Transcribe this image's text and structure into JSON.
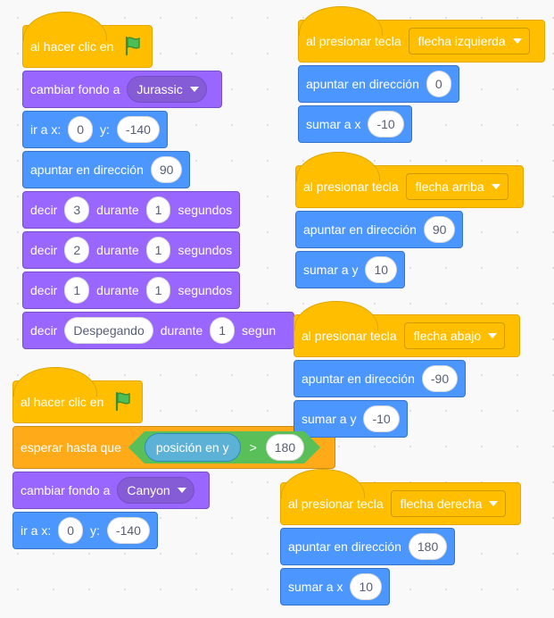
{
  "colors": {
    "events": "#ffbf00",
    "looks": "#9966ff",
    "motion": "#4c97ff",
    "control": "#ffab19",
    "sensing": "#5cb1d6",
    "operators": "#59c059"
  },
  "icons": {
    "flag": "green-flag-icon",
    "dropdown": "caret-down-icon"
  },
  "script1": {
    "hat": "al hacer clic en",
    "backdrop": {
      "label": "cambiar fondo a",
      "value": "Jurassic"
    },
    "goto": {
      "label": "ir a x:",
      "x": "0",
      "ylabel": "y:",
      "y": "-140"
    },
    "point": {
      "label": "apuntar en dirección",
      "value": "90"
    },
    "say1": {
      "label": "decir",
      "msg": "3",
      "during": "durante",
      "secs": "1",
      "unit": "segundos"
    },
    "say2": {
      "label": "decir",
      "msg": "2",
      "during": "durante",
      "secs": "1",
      "unit": "segundos"
    },
    "say3": {
      "label": "decir",
      "msg": "1",
      "during": "durante",
      "secs": "1",
      "unit": "segundos"
    },
    "say4": {
      "label": "decir",
      "msg": "Despegando",
      "during": "durante",
      "secs": "1",
      "unit": "segun"
    }
  },
  "script2": {
    "hat": "al hacer clic en",
    "wait": {
      "label": "esperar hasta que",
      "reporter": "posición en y",
      "op": ">",
      "value": "180"
    },
    "backdrop": {
      "label": "cambiar fondo a",
      "value": "Canyon"
    },
    "goto": {
      "label": "ir a x:",
      "x": "0",
      "ylabel": "y:",
      "y": "-140"
    }
  },
  "script_left_key": {
    "hat": "al presionar tecla",
    "key": "flecha izquierda",
    "point": {
      "label": "apuntar en dirección",
      "value": "0"
    },
    "change": {
      "label": "sumar a x",
      "value": "-10"
    }
  },
  "script_up_key": {
    "hat": "al presionar tecla",
    "key": "flecha arriba",
    "point": {
      "label": "apuntar en dirección",
      "value": "90"
    },
    "change": {
      "label": "sumar a y",
      "value": "10"
    }
  },
  "script_down_key": {
    "hat": "al presionar tecla",
    "key": "flecha abajo",
    "point": {
      "label": "apuntar en dirección",
      "value": "-90"
    },
    "change": {
      "label": "sumar a y",
      "value": "-10"
    }
  },
  "script_right_key": {
    "hat": "al presionar tecla",
    "key": "flecha derecha",
    "point": {
      "label": "apuntar en dirección",
      "value": "180"
    },
    "change": {
      "label": "sumar a x",
      "value": "10"
    }
  }
}
